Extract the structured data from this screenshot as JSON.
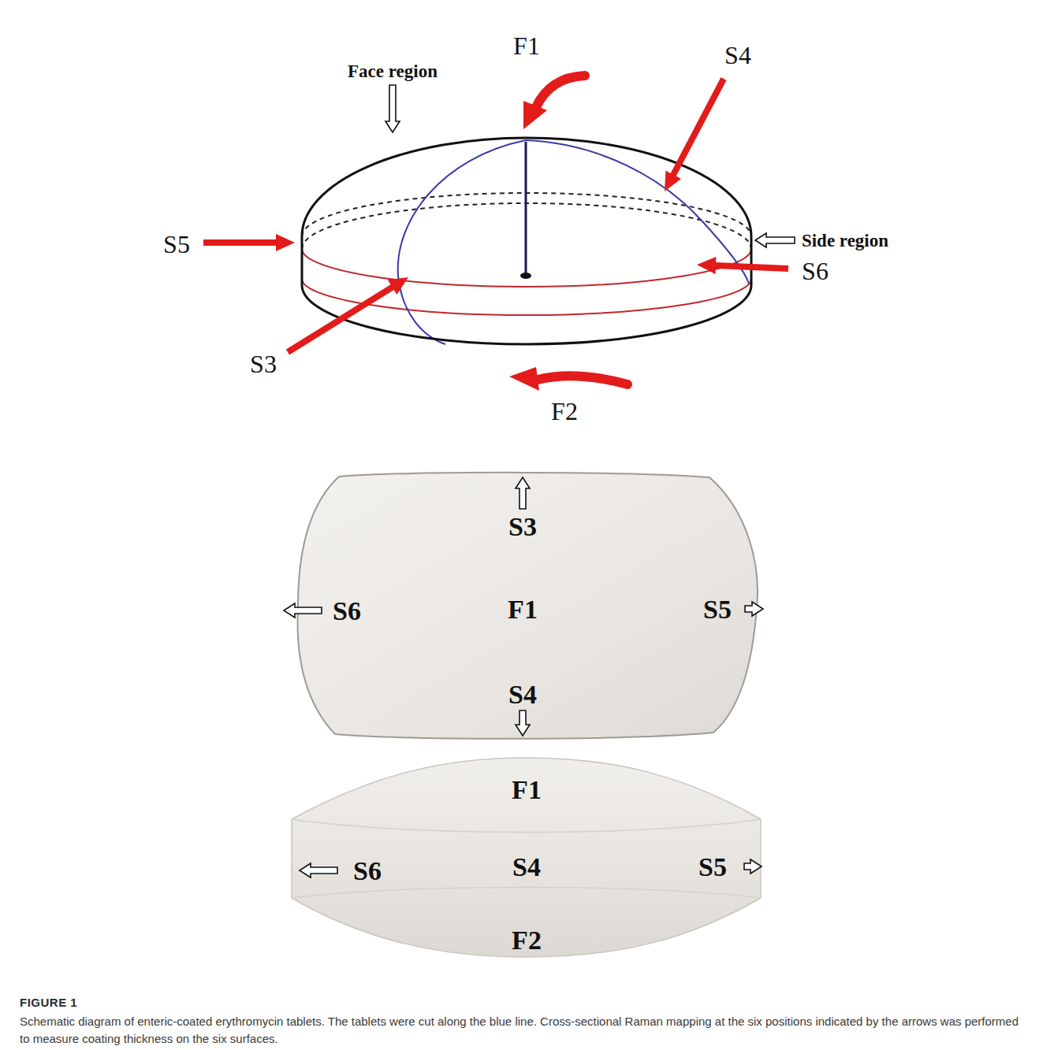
{
  "diagram": {
    "title": "FIGURE 1",
    "caption": "Schematic diagram of enteric-coated erythromycin tablets. The tablets were cut along the blue line. Cross-sectional Raman mapping at the six positions indicated by the arrows was performed to measure coating thickness on the six surfaces.",
    "labels": [
      "F1",
      "Face region",
      "S4",
      "S5",
      "Side region",
      "S6",
      "S3",
      "F2",
      "S3",
      "S6",
      "F1",
      "S5",
      "S4",
      "F1",
      "S6",
      "S4",
      "S5",
      "F2"
    ]
  }
}
